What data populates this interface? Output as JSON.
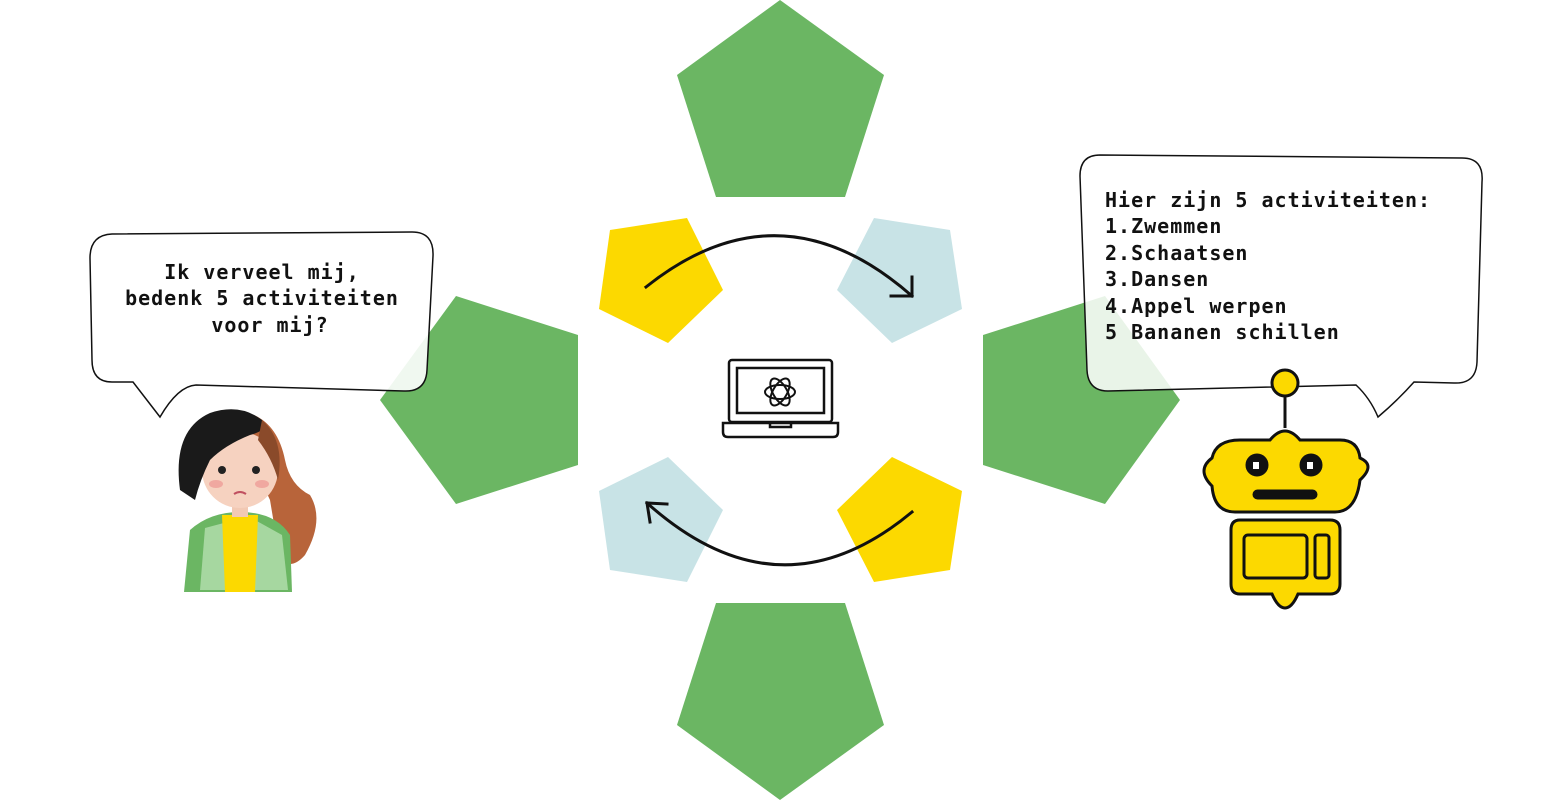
{
  "colors": {
    "green": "#6bb663",
    "yellow": "#fcd900",
    "light_blue": "#c8e3e6",
    "ink": "#111111"
  },
  "user_bubble": {
    "lines": [
      "Ik verveel mij,",
      "bedenk 5 activiteiten",
      "voor mij?"
    ]
  },
  "bot_bubble": {
    "lines": [
      "Hier zijn 5 activiteiten:",
      "1.Zwemmen",
      "2.Schaatsen",
      "3.Dansen",
      "4.Appel werpen",
      "5 Bananen schillen"
    ]
  },
  "icons": {
    "center": "laptop-openai-icon",
    "user": "girl-avatar",
    "bot": "robot-avatar"
  }
}
